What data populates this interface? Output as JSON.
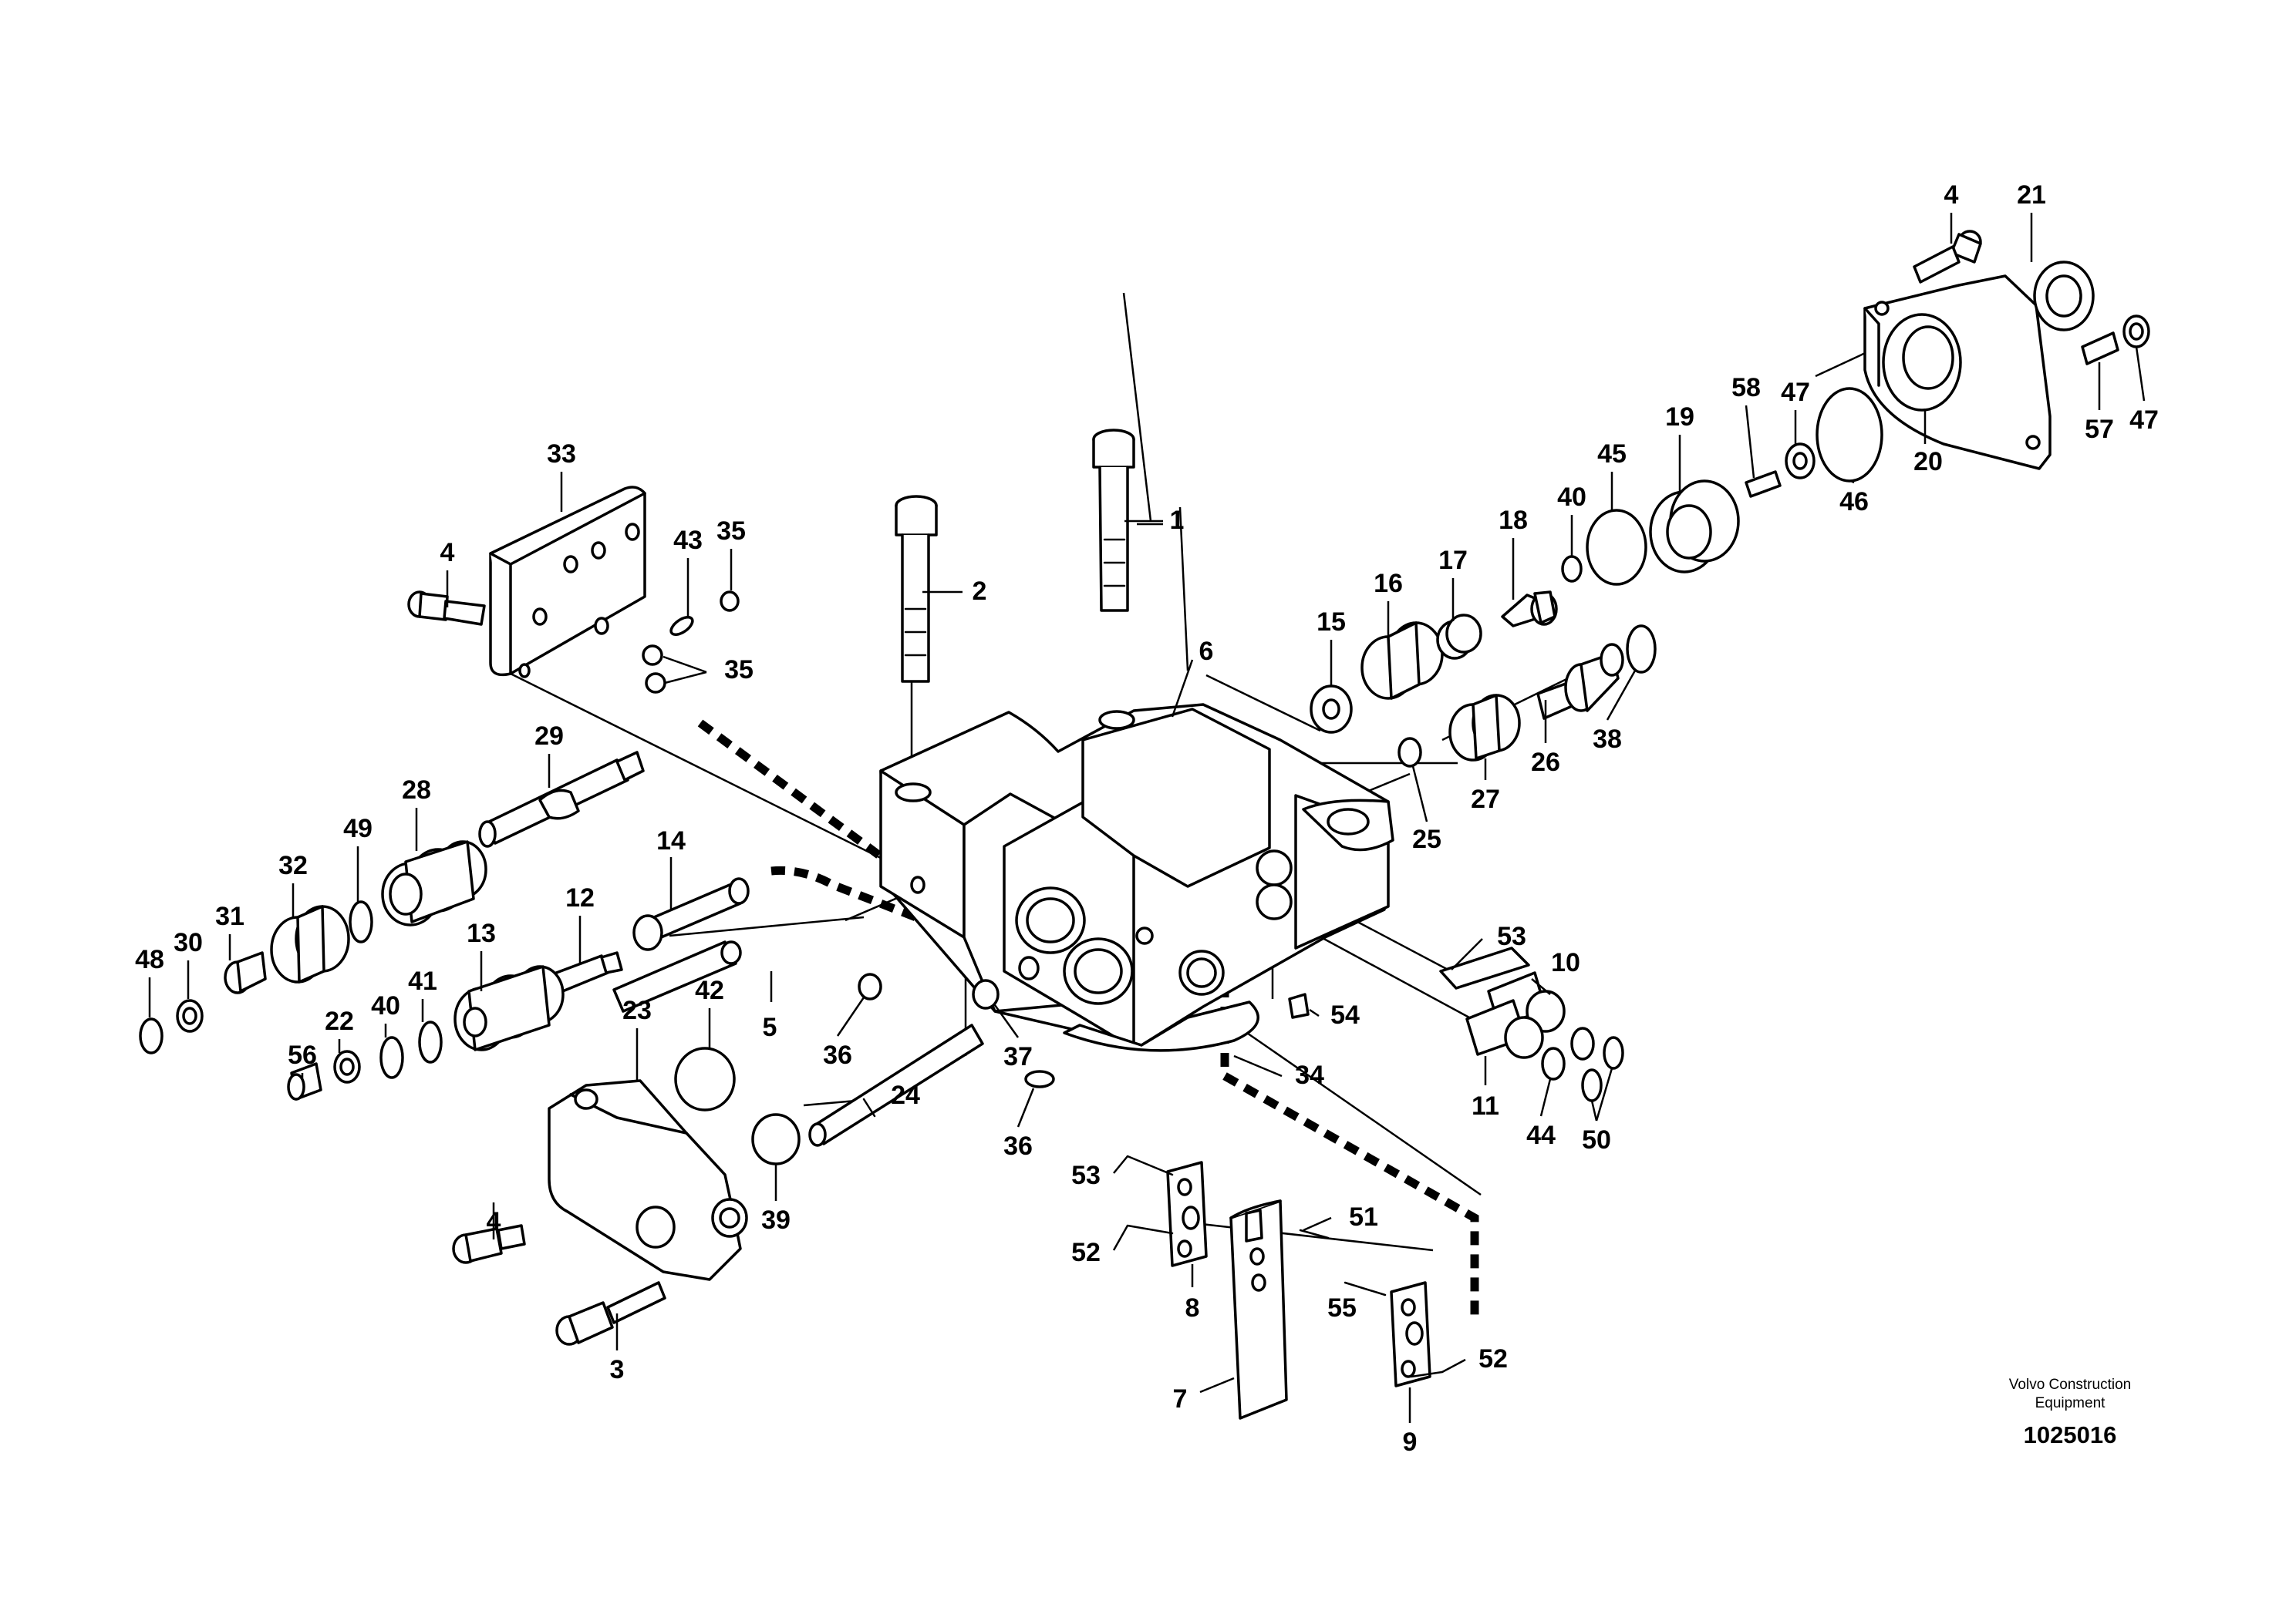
{
  "diagram": {
    "callouts": [
      "1",
      "2",
      "3",
      "4",
      "4",
      "4",
      "5",
      "6",
      "7",
      "8",
      "9",
      "10",
      "11",
      "12",
      "13",
      "14",
      "15",
      "16",
      "17",
      "18",
      "19",
      "20",
      "21",
      "22",
      "23",
      "24",
      "25",
      "26",
      "27",
      "28",
      "29",
      "30",
      "31",
      "32",
      "33",
      "34",
      "35",
      "35",
      "36",
      "36",
      "37",
      "38",
      "39",
      "40",
      "40",
      "41",
      "42",
      "43",
      "44",
      "45",
      "46",
      "47",
      "47",
      "48",
      "49",
      "50",
      "51",
      "52",
      "52",
      "53",
      "53",
      "54",
      "55",
      "56",
      "57",
      "58"
    ],
    "credit_line1": "Volvo Construction",
    "credit_line2": "Equipment",
    "drawing_number": "1025016"
  }
}
